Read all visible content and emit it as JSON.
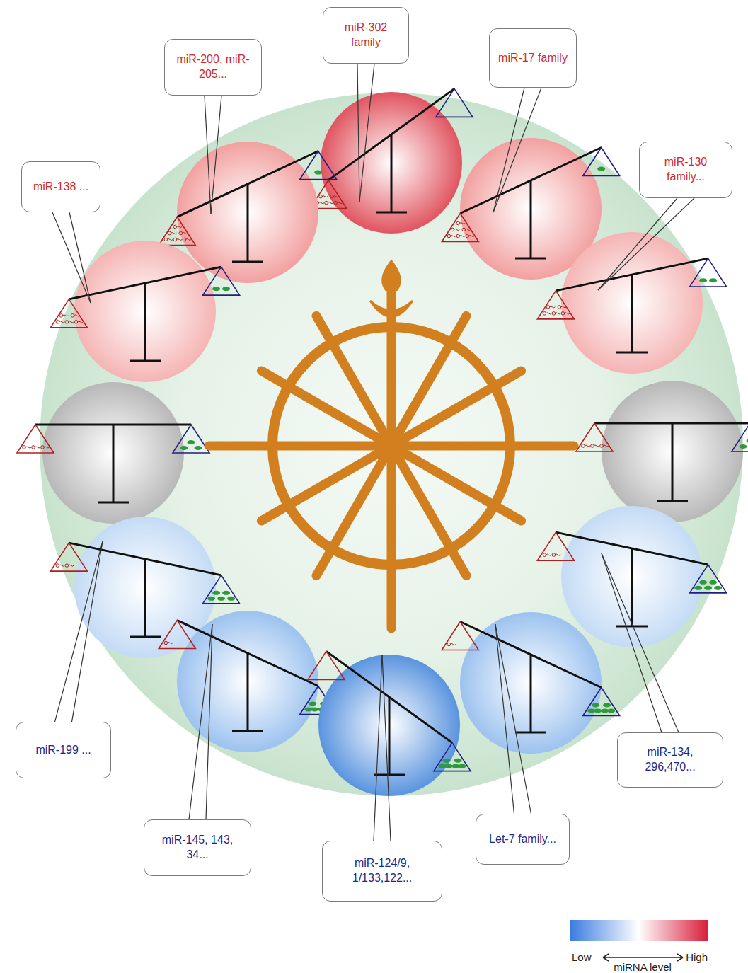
{
  "diagram": {
    "nodes": [
      {
        "text": [
          "miR-302 family"
        ]
      },
      {
        "text": [
          "miR-200, miR-205..."
        ]
      },
      {
        "text": [
          "miR-17 family"
        ]
      },
      {
        "text": [
          "miR-138 ..."
        ]
      },
      {
        "text": [
          "miR-130 family..."
        ]
      },
      {
        "text": [
          "miR-199 ..."
        ]
      },
      {
        "text": [
          "miR-134, 296,470..."
        ]
      },
      {
        "text": [
          "miR-145, 143, 34..."
        ]
      },
      {
        "text": [
          "Let-7 family..."
        ]
      },
      {
        "text": [
          "miR-124/9, 1/133,122..."
        ]
      }
    ],
    "labels": [
      "Low",
      "High",
      "miRNA level"
    ]
  }
}
